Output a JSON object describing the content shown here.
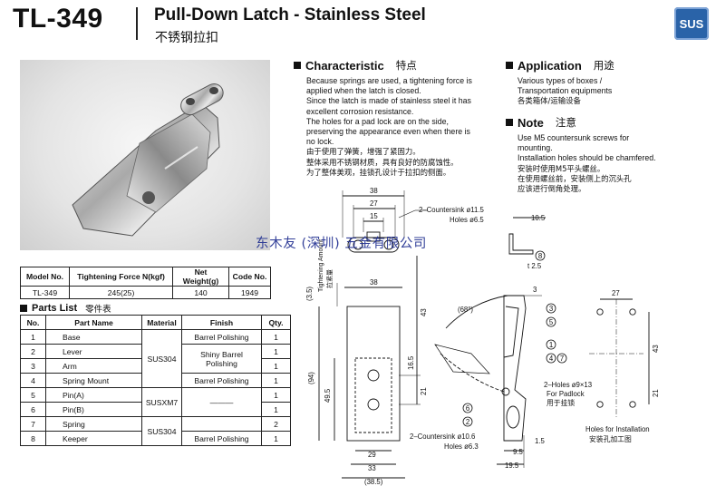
{
  "header": {
    "model": "TL-349",
    "title_en": "Pull-Down Latch - Stainless Steel",
    "title_cn": "不锈钢拉扣",
    "badge": "SUS"
  },
  "characteristic": {
    "title": "Characteristic",
    "title_cn": "特点",
    "lines": [
      "Because springs are used, a tightening force is",
      "applied when the latch is closed.",
      "Since the latch is made of stainless steel it has",
      "excellent corrosion resistance.",
      "The holes for a pad lock are on the side,",
      "preserving the appearance even when there is",
      "no lock."
    ],
    "lines_cn": [
      "由于使用了弹簧，增强了紧固力。",
      "整体采用不锈钢材质，具有良好的防腐蚀性。",
      "为了整体美观，挂锁孔设计于拉扣的侧面。"
    ]
  },
  "application": {
    "title": "Application",
    "title_cn": "用途",
    "lines": [
      "Various types of boxes /",
      "Transportation equipments"
    ],
    "lines_cn": [
      "各类箱体/运输设备"
    ]
  },
  "note": {
    "title": "Note",
    "title_cn": "注意",
    "lines": [
      "Use M5 countersunk screws for",
      "mounting.",
      "Installation holes should be chamfered."
    ],
    "lines_cn": [
      "安装时使用M5平头螺丝。",
      "在使用螺丝前，安装侧上的沉头孔",
      "应该进行倒角处理。"
    ]
  },
  "spec_table": {
    "headers": [
      "Model No.",
      "Tightening Force N(kgf)",
      "Net Weight(g)",
      "Code No."
    ],
    "row": [
      "TL-349",
      "245(25)",
      "140",
      "1949"
    ]
  },
  "parts": {
    "title": "Parts List",
    "title_cn": "零件表",
    "headers": [
      "No.",
      "Part Name",
      "Material",
      "Finish",
      "Qty."
    ],
    "rows": [
      {
        "no": "1",
        "name": "Base",
        "qty": "1"
      },
      {
        "no": "2",
        "name": "Lever",
        "qty": "1"
      },
      {
        "no": "3",
        "name": "Arm",
        "qty": "1"
      },
      {
        "no": "4",
        "name": "Spring Mount",
        "qty": "1"
      },
      {
        "no": "5",
        "name": "Pin(A)",
        "qty": "1"
      },
      {
        "no": "6",
        "name": "Pin(B)",
        "qty": "1"
      },
      {
        "no": "7",
        "name": "Spring",
        "qty": "2"
      },
      {
        "no": "8",
        "name": "Keeper",
        "qty": "1"
      }
    ],
    "materials": [
      "SUS304",
      "SUSXM7",
      "SUS304"
    ],
    "finishes": [
      "Barrel Polishing",
      "Shiny Barrel",
      "Polishing",
      "Barrel Polishing",
      "———",
      "Barrel Polishing"
    ]
  },
  "drawing": {
    "top_dims": [
      "38",
      "27",
      "15"
    ],
    "countersink_top": "2–Countersink ø11.5",
    "holes_top": "Holes ø6.5",
    "tightening_amount": "Tightening Amount",
    "tightening_amount_cn": "拉紧量",
    "d_3_5": "(3.5)",
    "front_w": "38",
    "d_43": "43",
    "d_94": "(94)",
    "d_49_5": "49.5",
    "d_16_5": "16.5",
    "d_21": "21",
    "d_29": "29",
    "d_33": "33",
    "d_38_5": "(38.5)",
    "countersink_bot": "2–Countersink ø10.6",
    "holes_bot": "Holes ø6.3",
    "angle": "(68°)",
    "side_3": "3",
    "padlock": "2–Holes ø9×13",
    "padlock_en": "For Padlock",
    "padlock_cn": "用于挂锁",
    "d_9_5": "9.5",
    "d_19_5": "19.5",
    "d_1_5": "1.5",
    "keeper_10_5": "10.5",
    "keeper_t2_5": "t 2.5",
    "inst_27": "27",
    "inst_43": "43",
    "inst_21": "21",
    "inst_label": "Holes for Installation",
    "inst_label_cn": "安装孔加工图",
    "balloons": [
      "3",
      "5",
      "1",
      "4",
      "7",
      "6",
      "2",
      "8"
    ]
  },
  "watermark": "东木友 (深圳) 五金有限公司"
}
